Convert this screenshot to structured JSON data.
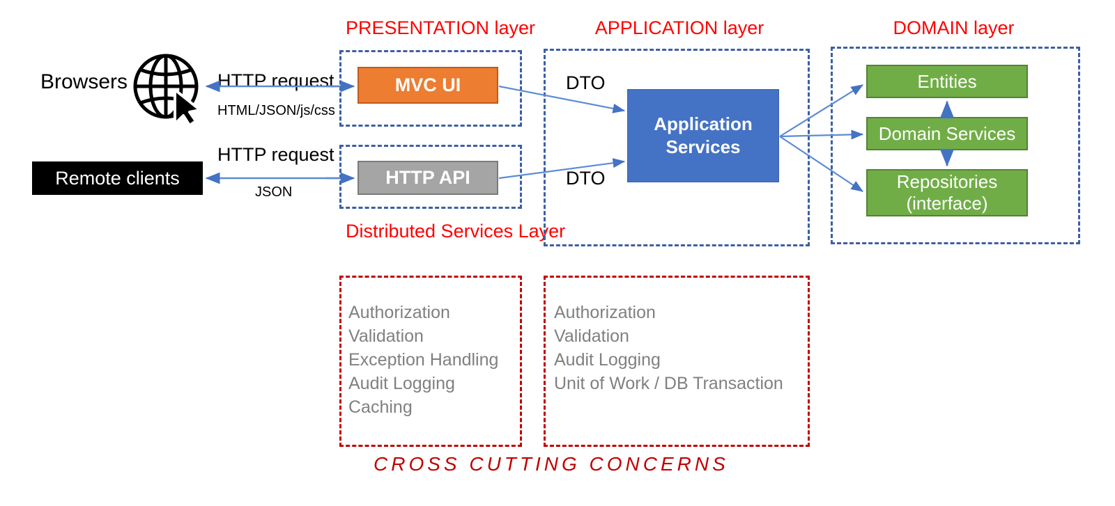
{
  "diagram": {
    "title": "Layered application architecture",
    "colors": {
      "layer_caption": "#FF0000",
      "layer_frame": "#3B5FA4",
      "crosscut_frame": "#C00000",
      "mvc_ui": "#ED7D31",
      "http_api": "#A5A5A5",
      "application_services": "#4472C4",
      "domain_box": "#70AD47",
      "remote_clients": "#000000",
      "arrow": "#4472C4",
      "crosscut_text": "#808080"
    }
  },
  "layer_captions": {
    "presentation": "PRESENTATION layer",
    "application": "APPLICATION layer",
    "domain": "DOMAIN layer",
    "distributed_services": "Distributed Services Layer"
  },
  "clients": {
    "browsers_label": "Browsers",
    "browsers_icon": "globe-with-cursor-icon",
    "remote_clients_label": "Remote clients"
  },
  "connections": {
    "browser_request": "HTTP request",
    "browser_response": "HTML/JSON/js/css",
    "remote_request": "HTTP request",
    "remote_response": "JSON",
    "dto_top": "DTO",
    "dto_bottom": "DTO"
  },
  "presentation_nodes": {
    "mvc_ui": "MVC UI",
    "http_api": "HTTP API"
  },
  "application_nodes": {
    "application_services": "Application Services",
    "application_services_line1": "Application",
    "application_services_line2": "Services"
  },
  "domain_nodes": {
    "entities": "Entities",
    "domain_services": "Domain Services",
    "repositories_line1": "Repositories",
    "repositories_line2": "(interface)"
  },
  "cross_cutting": {
    "footer": "CROSS CUTTING CONCERNS",
    "distributed_services_concerns": [
      "Authorization",
      "Validation",
      "Exception Handling",
      "Audit Logging",
      "Caching"
    ],
    "application_concerns": [
      "Authorization",
      "Validation",
      "Audit Logging",
      "Unit of Work / DB Transaction"
    ]
  }
}
